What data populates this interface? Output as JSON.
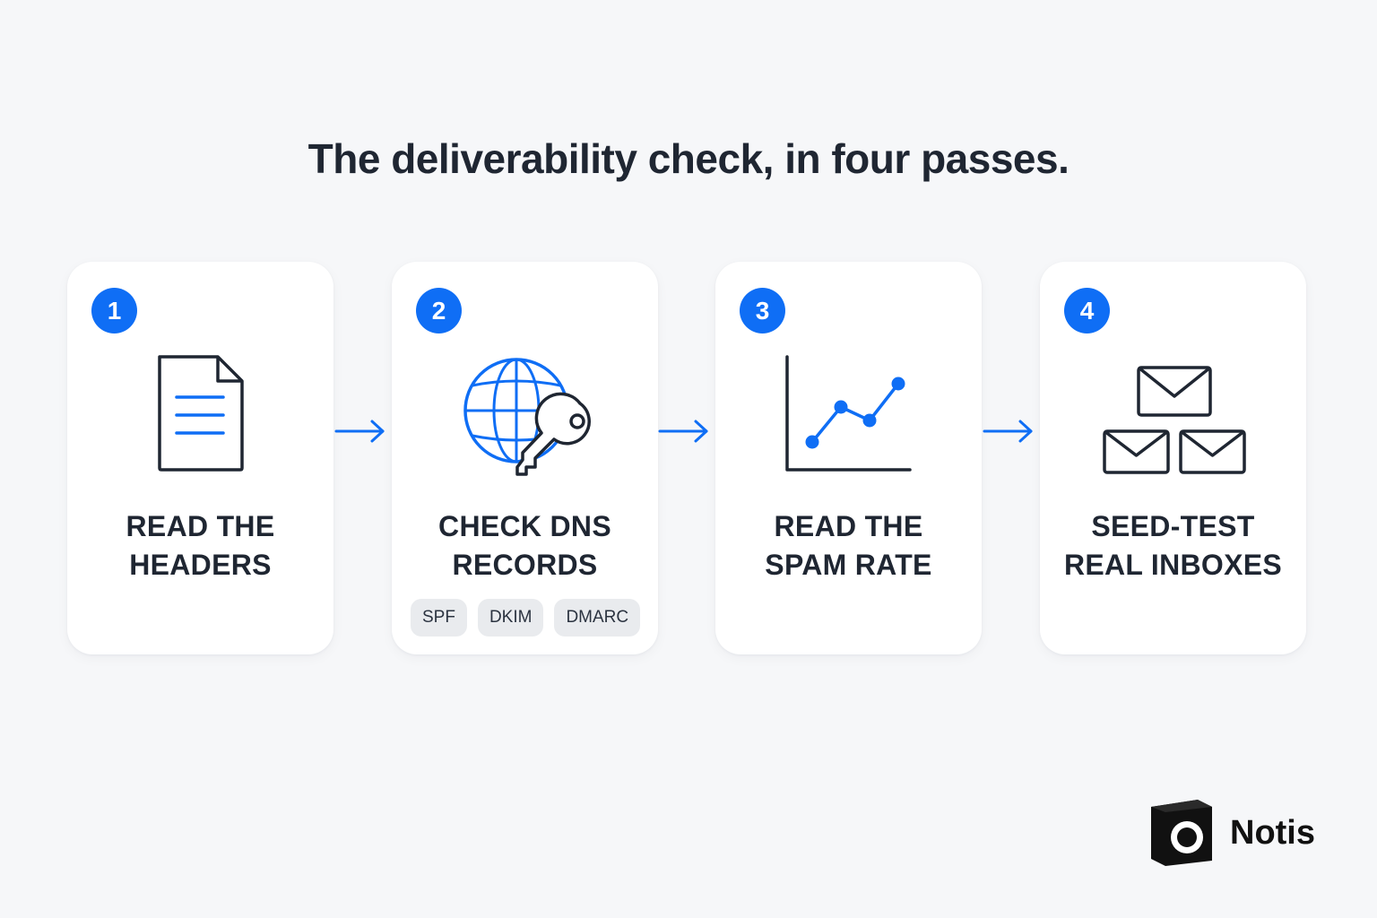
{
  "title": "The deliverability check, in four passes.",
  "steps": [
    {
      "number": "1",
      "label_line1": "READ THE",
      "label_line2": "HEADERS",
      "icon": "document-icon"
    },
    {
      "number": "2",
      "label_line1": "CHECK DNS",
      "label_line2": "RECORDS",
      "icon": "globe-key-icon",
      "chips": [
        "SPF",
        "DKIM",
        "DMARC"
      ]
    },
    {
      "number": "3",
      "label_line1": "READ THE",
      "label_line2": "SPAM RATE",
      "icon": "line-chart-icon"
    },
    {
      "number": "4",
      "label_line1": "SEED-TEST",
      "label_line2": "REAL INBOXES",
      "icon": "envelopes-icon"
    }
  ],
  "brand": {
    "name": "Notis",
    "icon": "notis-logo-icon"
  },
  "colors": {
    "accent": "#0f6ef5",
    "ink": "#1f2632",
    "background": "#f6f7f9",
    "card": "#ffffff",
    "chip": "#e9ebee"
  }
}
